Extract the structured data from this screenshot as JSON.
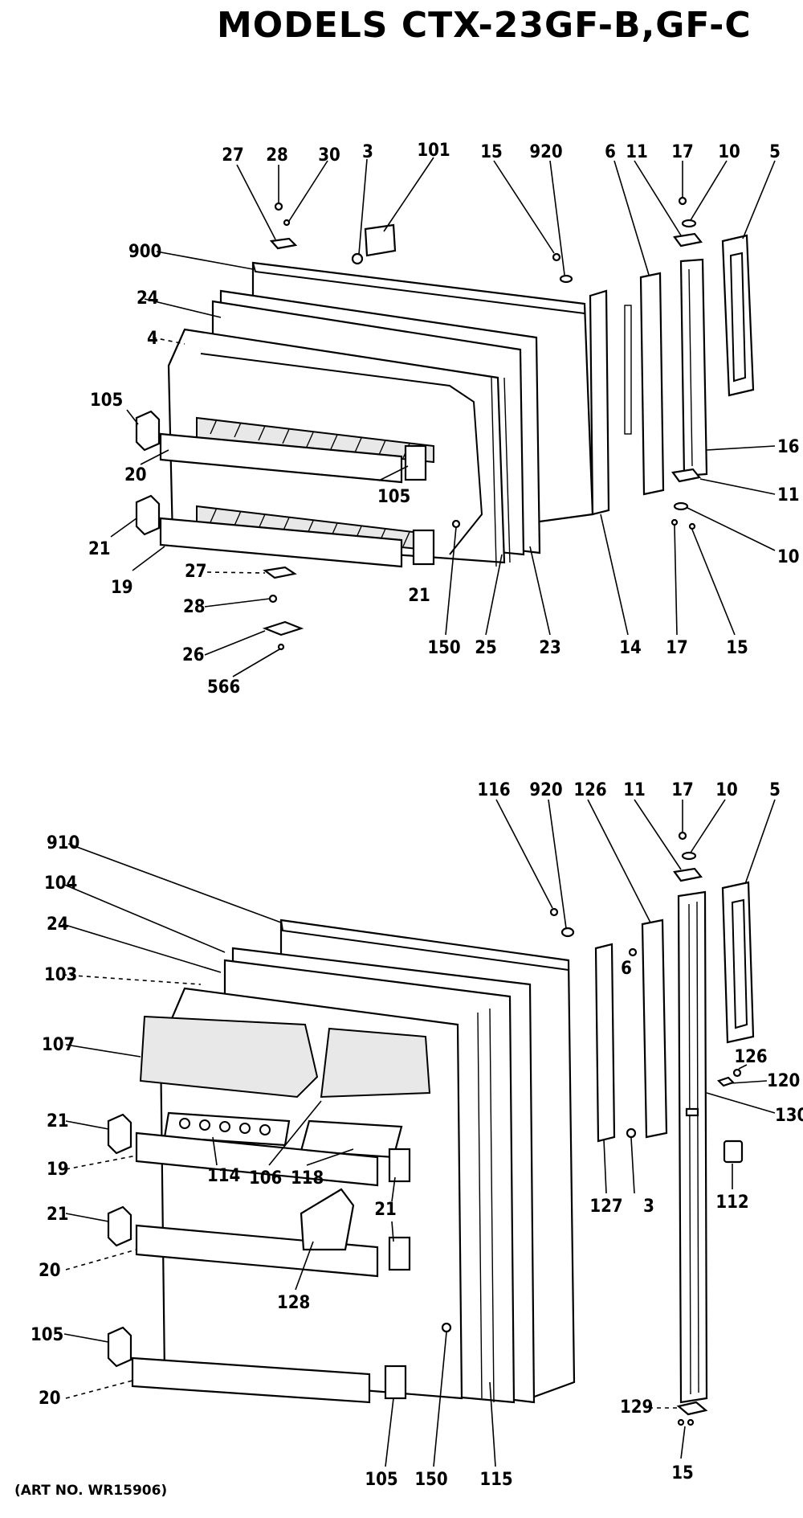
{
  "title": "MODELS CTX-23GF-B,GF-C",
  "art_no": "(ART NO. WR15906)",
  "freezer_door_callouts": [
    "27",
    "28",
    "30",
    "3",
    "101",
    "15",
    "920",
    "6",
    "11",
    "17",
    "10",
    "5",
    "900",
    "24",
    "4",
    "105",
    "20",
    "105",
    "21",
    "19",
    "27",
    "28",
    "26",
    "566",
    "150",
    "25",
    "23",
    "14",
    "17",
    "15",
    "16",
    "11",
    "10",
    "21"
  ],
  "fresh_food_door_callouts": [
    "116",
    "920",
    "126",
    "11",
    "17",
    "10",
    "5",
    "910",
    "104",
    "24",
    "103",
    "107",
    "21",
    "19",
    "114",
    "106",
    "118",
    "21",
    "21",
    "20",
    "128",
    "105",
    "20",
    "105",
    "150",
    "115",
    "6",
    "3",
    "127",
    "126",
    "120",
    "130",
    "112",
    "129",
    "15"
  ]
}
